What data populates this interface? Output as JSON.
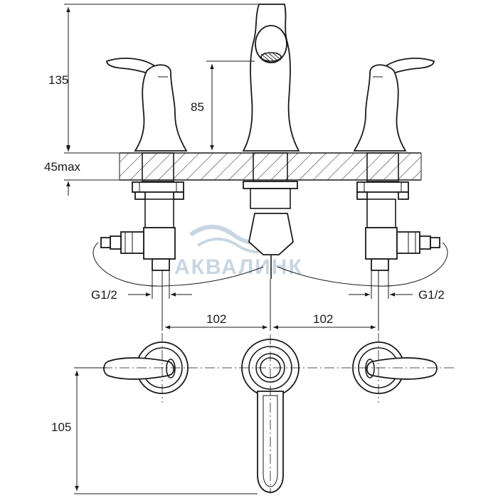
{
  "dimensions": {
    "height_total": "135",
    "spout_height": "85",
    "deck_thickness": "45max",
    "connection_left": "G1/2",
    "connection_right": "G1/2",
    "spacing_left": "102",
    "spacing_right": "102",
    "handle_reach": "105"
  },
  "watermark": {
    "text": "АКВАЛИНК",
    "color": "#c9d6e2"
  },
  "colors": {
    "line": "#1a1a1a",
    "hatch": "#1a1a1a",
    "background": "#ffffff"
  }
}
